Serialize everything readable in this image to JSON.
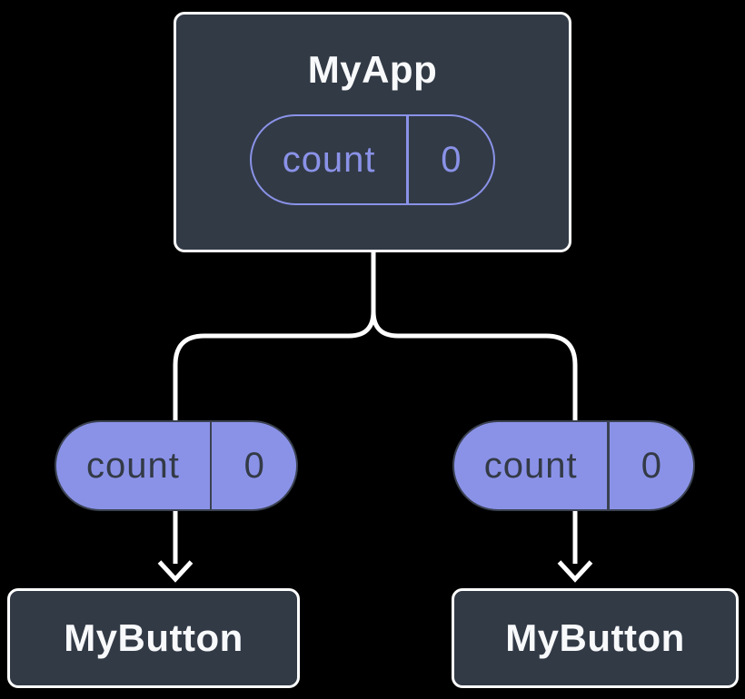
{
  "diagram": {
    "background_color": "#000000",
    "node_fill_color": "#323A46",
    "node_border_color": "#FFFFFF",
    "connector_color": "#FFFFFF",
    "accent_color": "#8A92E8",
    "pill_dark_color": "#333A46",
    "root": {
      "title": "MyApp",
      "state": {
        "name": "count",
        "value": "0"
      }
    },
    "children": [
      {
        "title": "MyButton",
        "prop": {
          "name": "count",
          "value": "0"
        }
      },
      {
        "title": "MyButton",
        "prop": {
          "name": "count",
          "value": "0"
        }
      }
    ]
  }
}
